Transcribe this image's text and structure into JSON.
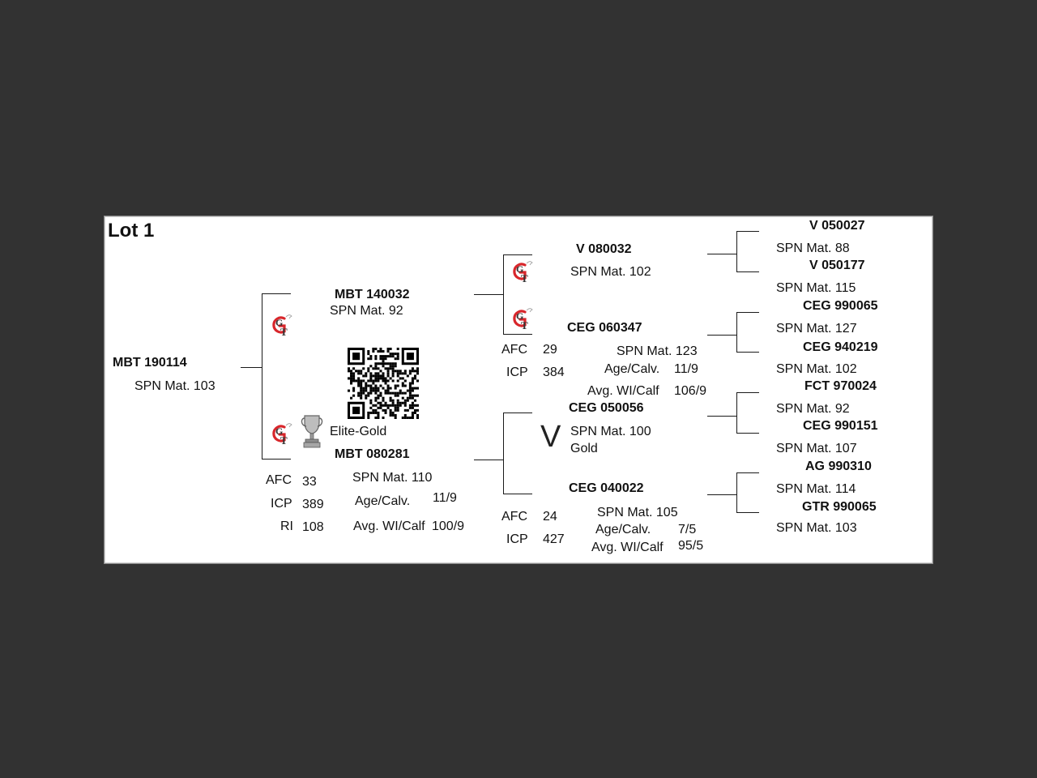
{
  "lot": {
    "title": "Lot 1"
  },
  "colors": {
    "background": "#323232",
    "card": "#ffffff",
    "logo_red": "#d8262b",
    "text": "#111111"
  },
  "icons": [
    "gt-logo-icon",
    "qr-code",
    "trophy-icon"
  ],
  "animal": {
    "id": "MBT 190114",
    "spn": "SPN Mat. 103"
  },
  "sire": {
    "id": "MBT 140032",
    "spn": "SPN Mat. 92"
  },
  "dam": {
    "award": "Elite-Gold",
    "id": "MBT 080281",
    "spn": "SPN Mat. 110",
    "stats": {
      "afc_label": "AFC",
      "afc": "33",
      "icp_label": "ICP",
      "icp": "389",
      "ri_label": "RI",
      "ri": "108",
      "age_label": "Age/Calv.",
      "age": "11/9",
      "avg_label": "Avg. WI/Calf",
      "avg": "100/9"
    }
  },
  "ss": {
    "id": "V   080032",
    "spn": "SPN Mat. 102"
  },
  "sd": {
    "id": "CEG 060347",
    "spn": "SPN Mat. 123",
    "afc_label": "AFC",
    "afc": "29",
    "icp_label": "ICP",
    "icp": "384",
    "age_label": "Age/Calv.",
    "age": "11/9",
    "avg_label": "Avg. WI/Calf",
    "avg": "106/9"
  },
  "ds": {
    "id": "CEG 050056",
    "mark": "V",
    "spn": "SPN Mat. 100",
    "award": "Gold"
  },
  "dd": {
    "id": "CEG 040022",
    "spn": "SPN Mat. 105",
    "afc_label": "AFC",
    "afc": "24",
    "icp_label": "ICP",
    "icp": "427",
    "age_label": "Age/Calv.",
    "age": "7/5",
    "avg_label": "Avg. WI/Calf",
    "avg": "95/5"
  },
  "g3": [
    {
      "id": "V   050027",
      "spn": "SPN Mat. 88"
    },
    {
      "id": "V   050177",
      "spn": "SPN Mat. 115"
    },
    {
      "id": "CEG 990065",
      "spn": "SPN Mat. 127"
    },
    {
      "id": "CEG 940219",
      "spn": "SPN Mat. 102"
    },
    {
      "id": "FCT 970024",
      "spn": "SPN Mat. 92"
    },
    {
      "id": "CEG 990151",
      "spn": "SPN Mat. 107"
    },
    {
      "id": "AG  990310",
      "spn": "SPN Mat. 114"
    },
    {
      "id": "GTR 990065",
      "spn": "SPN Mat. 103"
    }
  ]
}
